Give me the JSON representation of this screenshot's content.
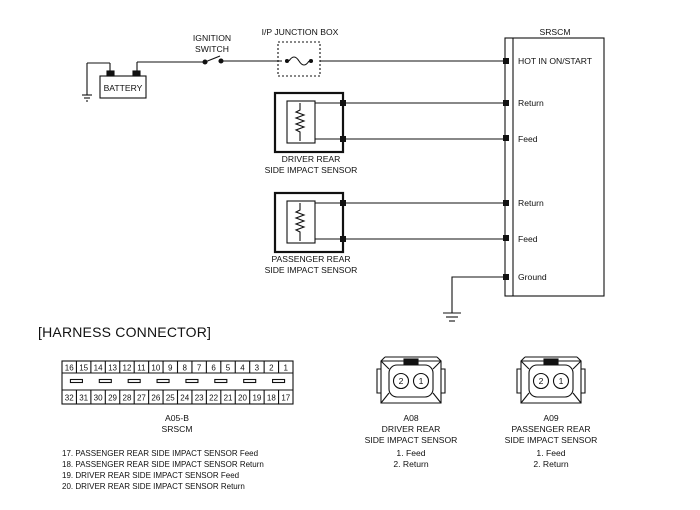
{
  "diagram": {
    "labels": {
      "battery": "BATTERY",
      "ignition_switch_line1": "IGNITION",
      "ignition_switch_line2": "SWITCH",
      "junction_box": "I/P JUNCTION BOX",
      "module": "SRSCM",
      "driver_sensor_line1": "DRIVER REAR",
      "driver_sensor_line2": "SIDE IMPACT SENSOR",
      "passenger_sensor_line1": "PASSENGER REAR",
      "passenger_sensor_line2": "SIDE IMPACT SENSOR"
    },
    "module_pins": {
      "hot": "HOT IN ON/START",
      "return_1": "Return",
      "feed_1": "Feed",
      "return_2": "Return",
      "feed_2": "Feed",
      "ground": "Ground"
    }
  },
  "harness": {
    "heading": "[HARNESS CONNECTOR]",
    "srscm_connector": {
      "top_row": [
        "16",
        "15",
        "14",
        "13",
        "12",
        "11",
        "10",
        "9",
        "8",
        "7",
        "6",
        "5",
        "4",
        "3",
        "2",
        "1"
      ],
      "bottom_row": [
        "32",
        "31",
        "30",
        "29",
        "28",
        "27",
        "26",
        "25",
        "24",
        "23",
        "22",
        "21",
        "20",
        "19",
        "18",
        "17"
      ],
      "code": "A05-B",
      "name": "SRSCM",
      "pin_descriptions": [
        "17. PASSENGER REAR SIDE IMPACT SENSOR Feed",
        "18. PASSENGER REAR SIDE IMPACT SENSOR Return",
        "19. DRIVER REAR SIDE IMPACT SENSOR Feed",
        "20. DRIVER REAR SIDE IMPACT SENSOR Return"
      ]
    },
    "sensor_connectors": [
      {
        "code": "A08",
        "name_line1": "DRIVER REAR",
        "name_line2": "SIDE IMPACT SENSOR",
        "pin_left": "2",
        "pin_right": "1",
        "pins": [
          "1. Feed",
          "2. Return"
        ]
      },
      {
        "code": "A09",
        "name_line1": "PASSENGER REAR",
        "name_line2": "SIDE IMPACT SENSOR",
        "pin_left": "2",
        "pin_right": "1",
        "pins": [
          "1. Feed",
          "2. Return"
        ]
      }
    ]
  }
}
